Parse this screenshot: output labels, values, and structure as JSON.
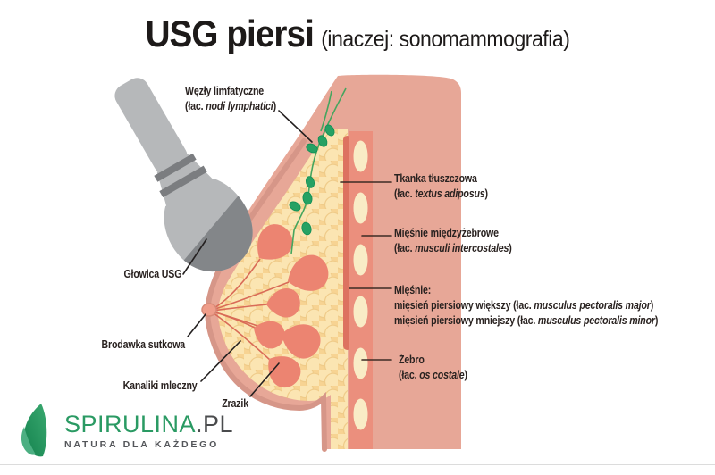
{
  "title": {
    "main": "USG piersi",
    "sub": "(inaczej: sonomammografia)"
  },
  "annotations": {
    "lymph_nodes": {
      "name": "Węzły limfatyczne",
      "lat_pre": "(łac. ",
      "lat": "nodi lymphatici",
      "lat_post": ")"
    },
    "probe": {
      "name": "Głowica USG"
    },
    "nipple": {
      "name": "Brodawka sutkowa"
    },
    "milk_ducts": {
      "name": "Kanaliki mleczny"
    },
    "lobule": {
      "name": "Zrazik"
    },
    "fat": {
      "name": "Tkanka tłuszczowa",
      "lat_pre": "(łac. ",
      "lat": "textus adiposus",
      "lat_post": ")"
    },
    "intercostal": {
      "name": "Mięśnie międzyżebrowe",
      "lat_pre": "(łac. ",
      "lat": "musculi intercostales",
      "lat_post": ")"
    },
    "muscles": {
      "name": "Mięśnie:",
      "sub1_pre": "mięsień piersiowy większy (łac. ",
      "sub1_lat": "musculus pectoralis major",
      "sub1_post": ")",
      "sub2_pre": "mięsień piersiowy mniejszy (łac. ",
      "sub2_lat": "musculus pectoralis minor",
      "sub2_post": ")"
    },
    "rib": {
      "name": "Żebro",
      "lat_pre": "(łac. ",
      "lat": "os costale",
      "lat_post": ")"
    }
  },
  "logo": {
    "brand": "SPIRULINA",
    "tld": ".PL",
    "tagline": "NATURA DLA KAŻDEGO"
  },
  "colors": {
    "skin": "#e7a797",
    "skin_outline": "#d69688",
    "fat_bg": "#f7d392",
    "fat_cell": "#fbe5b2",
    "muscle_strip": "#dd7260",
    "rib_band": "#eb8f7d",
    "rib": "#f9ecc6",
    "lymph_node": "#26a163",
    "lymph_vessel": "#45a55e",
    "lobule": "#ec8471",
    "duct": "#d96b57",
    "nipple": "#ef9d8a",
    "probe_body": "#b6b8ba",
    "probe_band": "#7b7d80",
    "probe_face": "#838689",
    "pointer_left": "#242020",
    "pointer_right": "#3d2b25",
    "logo_green": "#2a9a63",
    "text": "#292220"
  }
}
